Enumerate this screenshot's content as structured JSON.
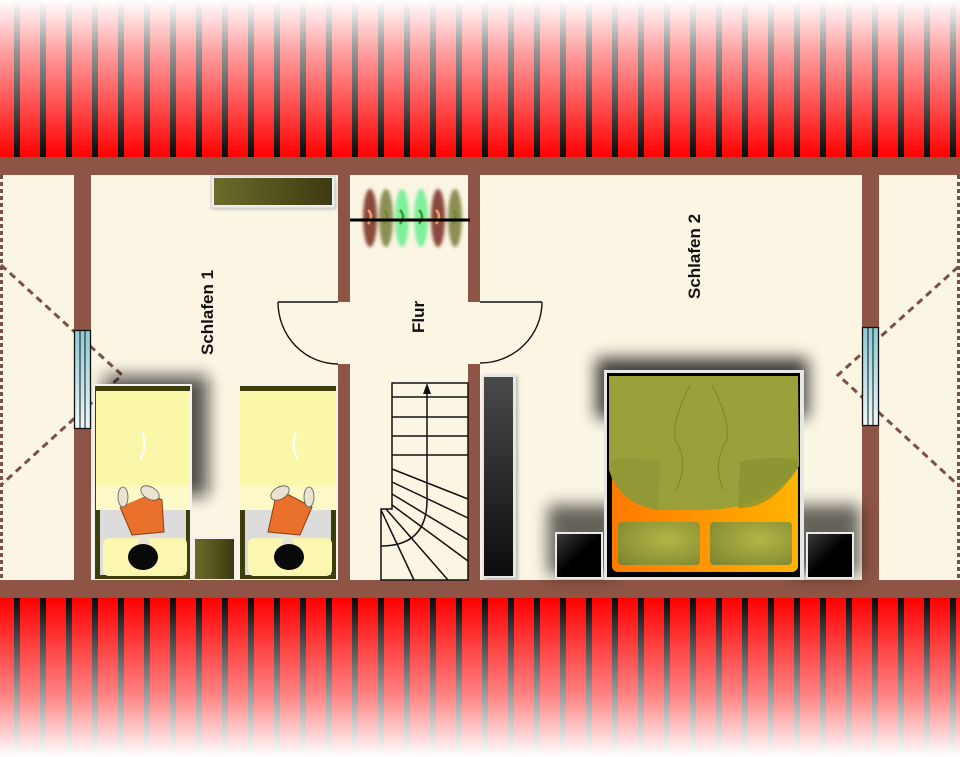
{
  "plan": {
    "type": "floor-plan",
    "floor": "attic",
    "rooms": [
      {
        "id": "schlafen1",
        "label": "Schlafen 1"
      },
      {
        "id": "flur",
        "label": "Flur"
      },
      {
        "id": "schlafen2",
        "label": "Schlafen 2"
      }
    ],
    "colors": {
      "roof_red": "#ff0000",
      "roof_stripe": "#111111",
      "wall": "#8e5446",
      "floor": "#fbf5e4",
      "bed_yellow": "#fbf7a8",
      "duvet_green": "#9aa03a",
      "bed_orange": "#ff8c00",
      "person_shirt": "#e8702a",
      "window_glass": "#a7d6de",
      "wardrobe_green": "#5f5e22",
      "dark_furniture": "#1b1b1b",
      "clothes_red": "#8b4a3e",
      "clothes_olive": "#8c8f55",
      "clothes_mint": "#8ef2a0"
    },
    "roof": {
      "stripe_pitch": 26,
      "stripe_count": 37
    }
  }
}
